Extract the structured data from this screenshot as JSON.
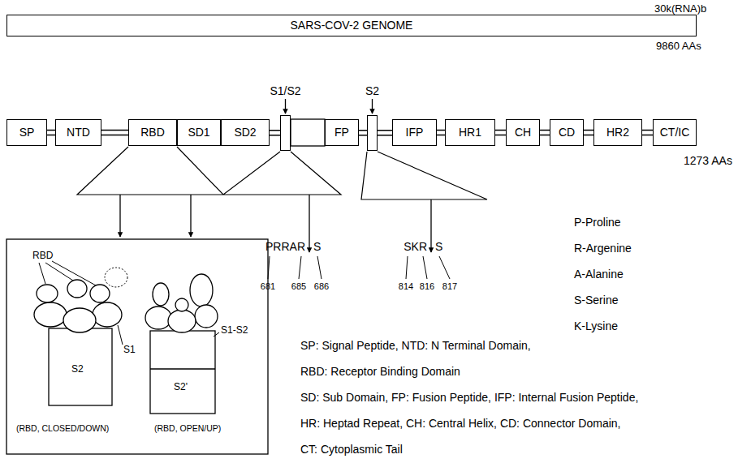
{
  "diagram": {
    "nodes": [
      {
        "text": [
          "SARS-COV-2 GENOME"
        ]
      },
      {
        "text": [
          "SP"
        ]
      },
      {
        "text": [
          "NTD"
        ]
      },
      {
        "text": [
          "RBD"
        ]
      },
      {
        "text": [
          "SD1"
        ]
      },
      {
        "text": [
          "SD2"
        ]
      },
      {
        "text": [
          "S1/S2"
        ]
      },
      {
        "text": [
          "FP"
        ]
      },
      {
        "text": [
          "S2"
        ]
      },
      {
        "text": [
          "IFP"
        ]
      },
      {
        "text": [
          "HR1"
        ]
      },
      {
        "text": [
          "CH"
        ]
      },
      {
        "text": [
          "CD"
        ]
      },
      {
        "text": [
          "HR2"
        ]
      },
      {
        "text": [
          "CT/IC"
        ]
      }
    ],
    "edges": [
      {
        "from": 1,
        "to": 2,
        "arrow": "none"
      },
      {
        "from": 2,
        "to": 3,
        "arrow": "none"
      },
      {
        "from": 5,
        "to": 6,
        "arrow": "none"
      },
      {
        "from": 7,
        "to": 8,
        "arrow": "none"
      },
      {
        "from": 8,
        "to": 9,
        "arrow": "none"
      },
      {
        "from": 9,
        "to": 10,
        "arrow": "none"
      },
      {
        "from": 10,
        "to": 11,
        "arrow": "none"
      },
      {
        "from": 11,
        "to": 12,
        "arrow": "none"
      },
      {
        "from": 12,
        "to": 13,
        "arrow": "none"
      },
      {
        "from": 13,
        "to": 14,
        "arrow": "none"
      }
    ],
    "labels": [
      "30k(RNA)b",
      "9860 AAs",
      "1273 AAs",
      "PRRAR",
      "S",
      "681",
      "685",
      "686",
      "SKR",
      "S",
      "814",
      "816",
      "817",
      "RBD",
      "S1",
      "S2",
      "S1-S2",
      "S2'",
      "(RBD, CLOSED/DOWN)",
      "(RBD, OPEN/UP)",
      "P-Proline",
      "R-Argenine",
      "A-Alanine",
      "S-Serine",
      "K-Lysine",
      "SP: Signal Peptide, NTD: N Terminal Domain,",
      "RBD: Receptor Binding Domain",
      "SD: Sub Domain, FP: Fusion Peptide, IFP: Internal Fusion Peptide,",
      "HR: Heptad Repeat, CH: Central Helix, CD: Connector Domain,",
      "CT: Cytoplasmic Tail"
    ]
  }
}
